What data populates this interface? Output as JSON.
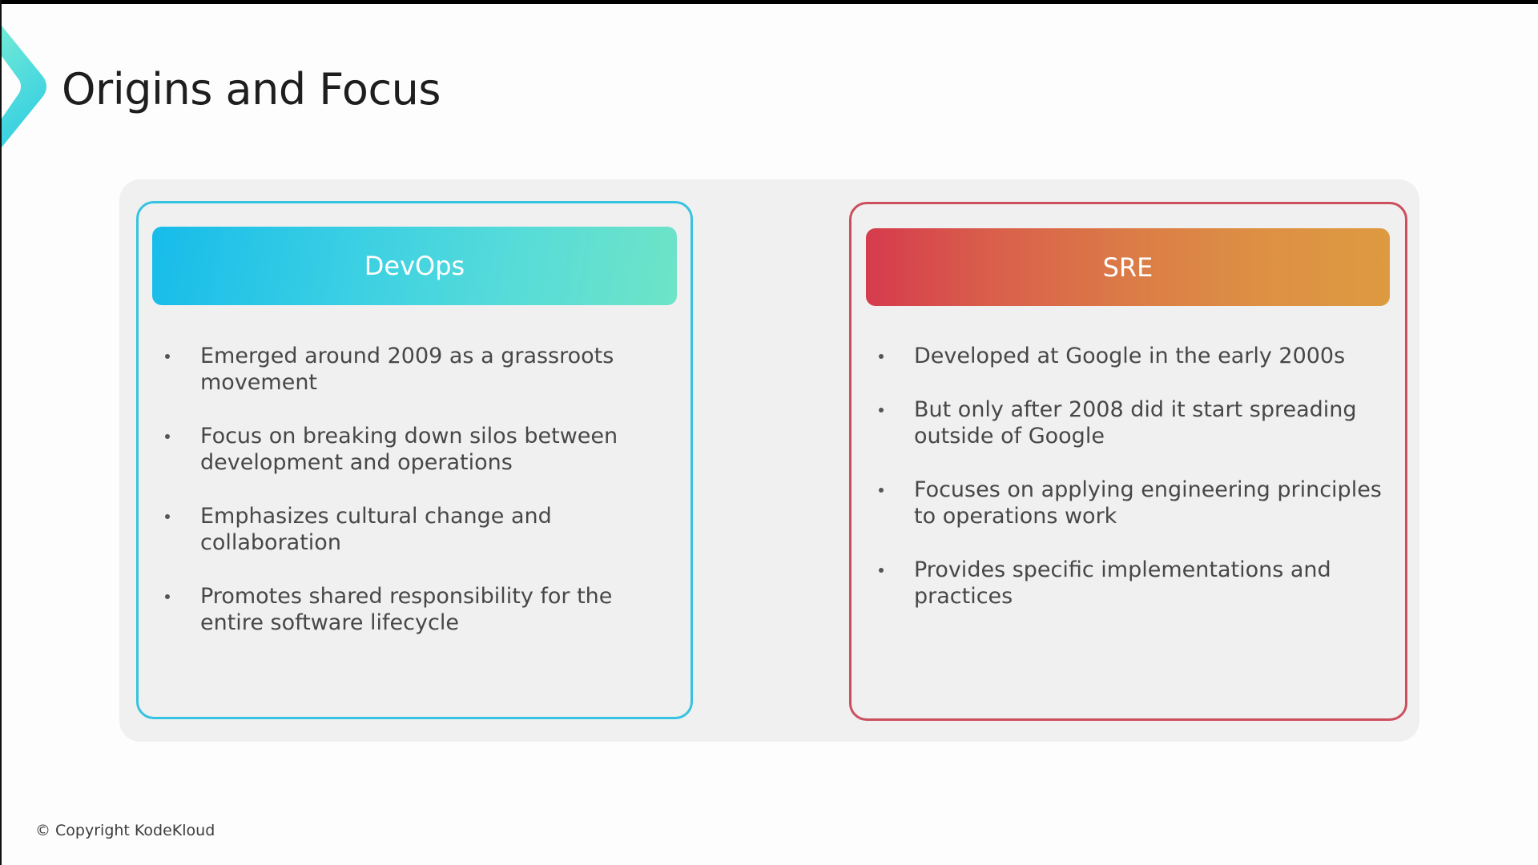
{
  "slide": {
    "title": "Origins and Focus",
    "logo_icon": "chevron-right-icon",
    "accent_colors": {
      "devops_start": "#17bcea",
      "devops_end": "#6ee4c6",
      "devops_border": "#36c3e1",
      "sre_start": "#d63b4d",
      "sre_end": "#dd9a40",
      "sre_border": "#cc4f5e"
    }
  },
  "devops": {
    "heading": "DevOps",
    "bullets": [
      "Emerged around 2009 as a grassroots movement",
      "Focus on breaking down silos between development and operations",
      "Emphasizes cultural change and collaboration",
      "Promotes shared responsibility for the entire software lifecycle"
    ]
  },
  "sre": {
    "heading": "SRE",
    "bullets": [
      "Developed at Google in the early 2000s",
      "But only after 2008 did it start spreading outside of Google",
      "Focuses on applying engineering principles to operations work",
      "Provides specific implementations and practices"
    ]
  },
  "footer": {
    "copyright": "© Copyright KodeKloud"
  }
}
